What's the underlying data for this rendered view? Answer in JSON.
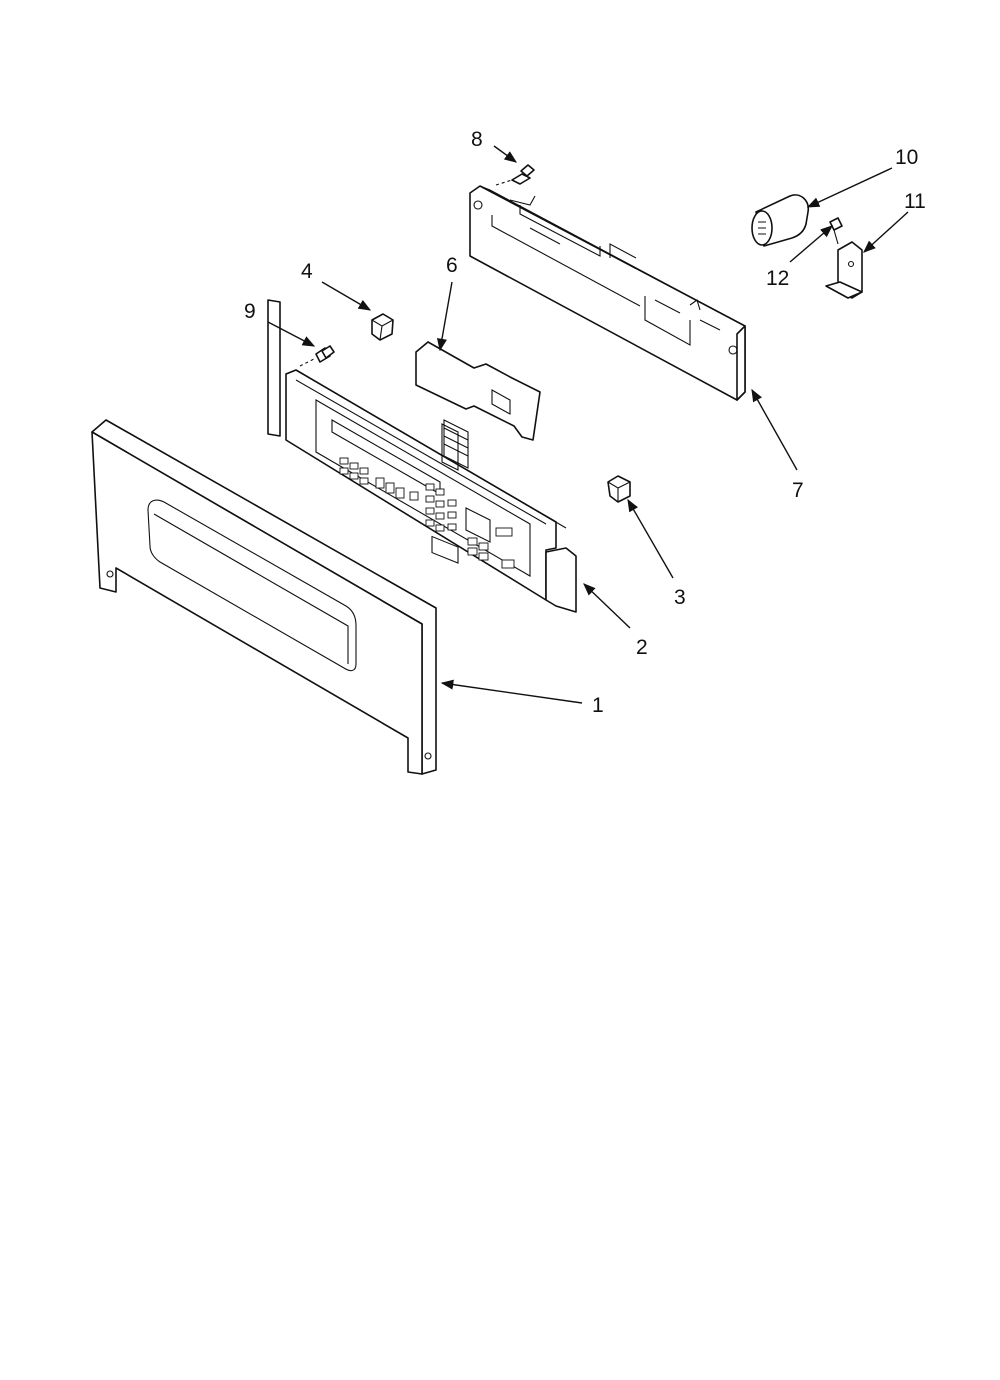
{
  "diagram": {
    "callouts": [
      {
        "id": "1",
        "label": "1"
      },
      {
        "id": "2",
        "label": "2"
      },
      {
        "id": "3",
        "label": "3"
      },
      {
        "id": "4",
        "label": "4"
      },
      {
        "id": "6",
        "label": "6"
      },
      {
        "id": "7",
        "label": "7"
      },
      {
        "id": "8",
        "label": "8"
      },
      {
        "id": "9",
        "label": "9"
      },
      {
        "id": "10",
        "label": "10"
      },
      {
        "id": "11",
        "label": "11"
      },
      {
        "id": "12",
        "label": "12"
      }
    ]
  }
}
